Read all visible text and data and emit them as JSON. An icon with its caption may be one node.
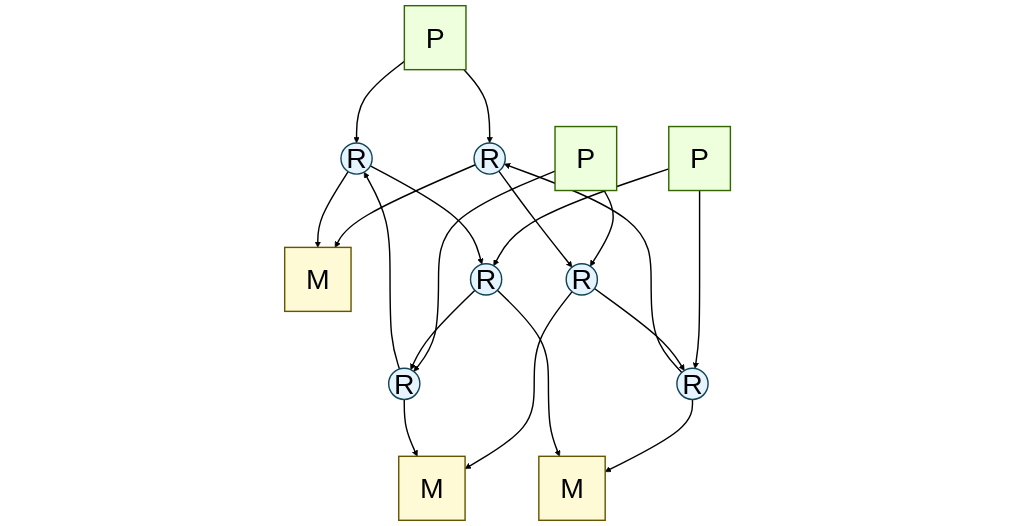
{
  "diagram": {
    "nodes": [
      {
        "text": [
          "P"
        ]
      },
      {
        "text": [
          "M"
        ]
      },
      {
        "text": [
          "P"
        ]
      },
      {
        "text": [
          "M"
        ]
      },
      {
        "text": [
          "P"
        ]
      },
      {
        "text": [
          "M"
        ]
      },
      {
        "text": [
          "R"
        ]
      },
      {
        "text": [
          "R"
        ]
      },
      {
        "text": [
          "R"
        ]
      },
      {
        "text": [
          "R"
        ]
      },
      {
        "text": [
          "R"
        ]
      },
      {
        "text": [
          "R"
        ]
      }
    ],
    "edges": [
      {
        "from": 0,
        "to": 6,
        "arrow": "to"
      },
      {
        "from": 0,
        "to": 9,
        "arrow": "to"
      },
      {
        "from": 6,
        "to": 1,
        "arrow": "to"
      },
      {
        "from": 9,
        "to": 1,
        "arrow": "to"
      },
      {
        "from": 2,
        "to": 7,
        "arrow": "to"
      },
      {
        "from": 2,
        "to": 10,
        "arrow": "to"
      },
      {
        "from": 7,
        "to": 3,
        "arrow": "to"
      },
      {
        "from": 10,
        "to": 3,
        "arrow": "to"
      },
      {
        "from": 4,
        "to": 8,
        "arrow": "to"
      },
      {
        "from": 4,
        "to": 11,
        "arrow": "to"
      },
      {
        "from": 8,
        "to": 5,
        "arrow": "to"
      },
      {
        "from": 11,
        "to": 5,
        "arrow": "to"
      },
      {
        "from": 6,
        "to": 7,
        "arrow": "to"
      },
      {
        "from": 7,
        "to": 8,
        "arrow": "to"
      },
      {
        "from": 8,
        "to": 6,
        "arrow": "to"
      },
      {
        "from": 11,
        "to": 10,
        "arrow": "to"
      },
      {
        "from": 10,
        "to": 9,
        "arrow": "to"
      },
      {
        "from": 9,
        "to": 11,
        "arrow": "to"
      }
    ]
  }
}
